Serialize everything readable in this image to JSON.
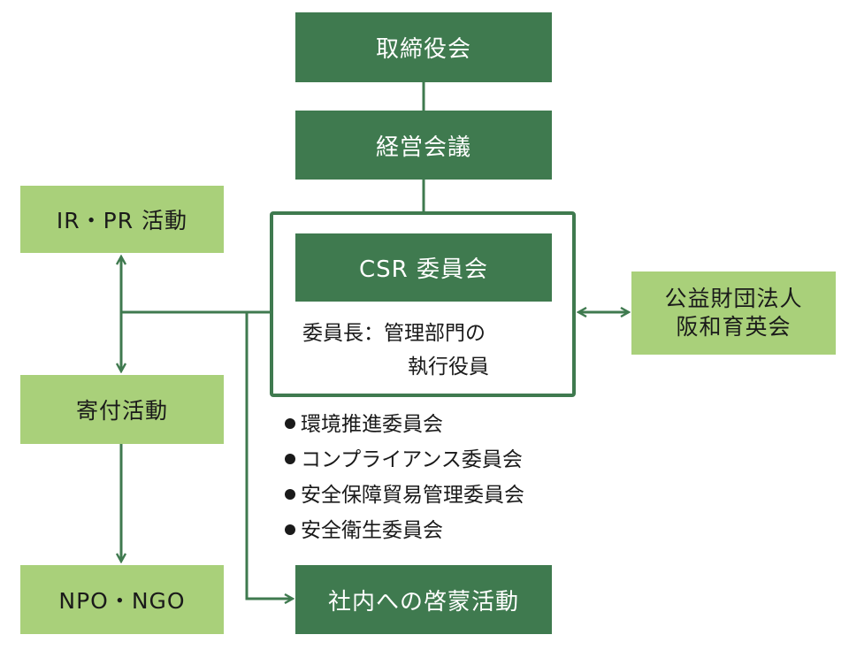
{
  "board": "取締役会",
  "management": "経営会議",
  "csr_committee": {
    "title": "CSR 委員会",
    "chair_line1": "委員長：管理部門の",
    "chair_line2": "執行役員"
  },
  "subcommittees": [
    "環境推進委員会",
    "コンプライアンス委員会",
    "安全保障貿易管理委員会",
    "安全衛生委員会"
  ],
  "ir_pr": "IR・PR 活動",
  "donation": "寄付活動",
  "npo_ngo": "NPO・NGO",
  "foundation": {
    "line1": "公益財団法人",
    "line2": "阪和育英会"
  },
  "internal": "社内への啓蒙活動",
  "colors": {
    "dark_green": "#3f7a4f",
    "light_green": "#a9d07a"
  }
}
